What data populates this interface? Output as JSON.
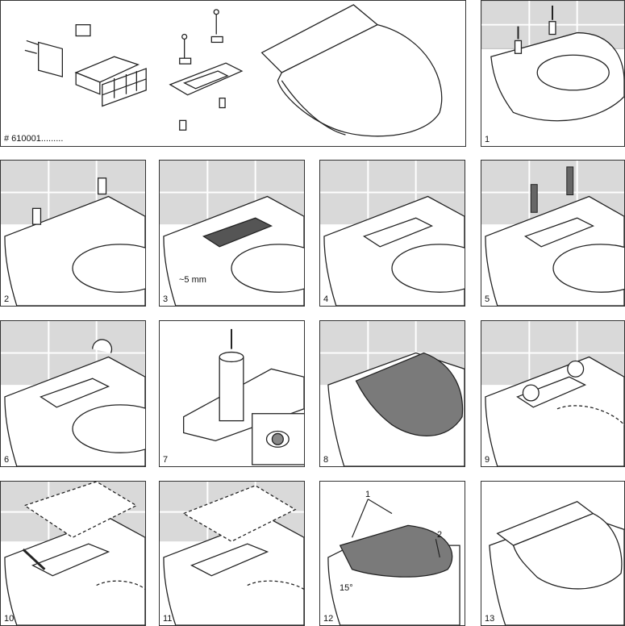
{
  "overview": {
    "part_number": "# 610001........."
  },
  "steps": [
    "1",
    "2",
    "3",
    "4",
    "5",
    "6",
    "7",
    "8",
    "9",
    "10",
    "11",
    "12",
    "13"
  ],
  "annotations": {
    "distance": "~5 mm",
    "angle": "15°",
    "callout_1": "1",
    "callout_2": "2"
  },
  "colors": {
    "tile": "#d9d9d9",
    "seat_dark": "#7a7a7a",
    "line": "#222222"
  }
}
